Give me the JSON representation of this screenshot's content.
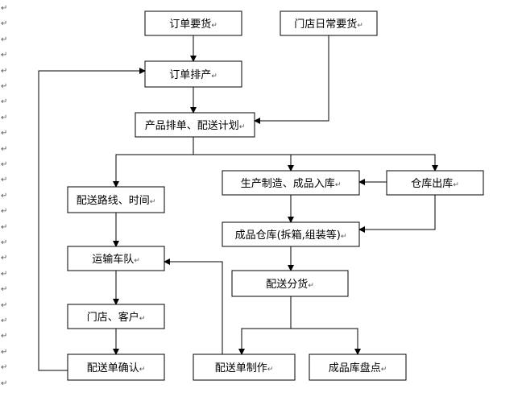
{
  "diagram": {
    "boxes": {
      "order_request": "订单要货",
      "store_daily_request": "门店日常要货",
      "order_scheduling": "订单排产",
      "product_schedule_delivery_plan": "产品排单、配送计划",
      "delivery_route_time": "配送路线、时间",
      "production_warehousing": "生产制造、成品入库",
      "warehouse_outbound": "仓库出库",
      "finished_goods_warehouse": "成品仓库(拆箱,组装等)",
      "transport_fleet": "运输车队",
      "delivery_distribution": "配送分货",
      "store_customer": "门店、客户",
      "delivery_confirmation": "配送单确认",
      "delivery_order_creation": "配送单制作",
      "finished_goods_inventory": "成品库盘点"
    },
    "paragraph_mark": "↵",
    "colors": {
      "line": "#000000",
      "box_border": "#000000",
      "text": "#000000",
      "mark": "#555555"
    }
  }
}
